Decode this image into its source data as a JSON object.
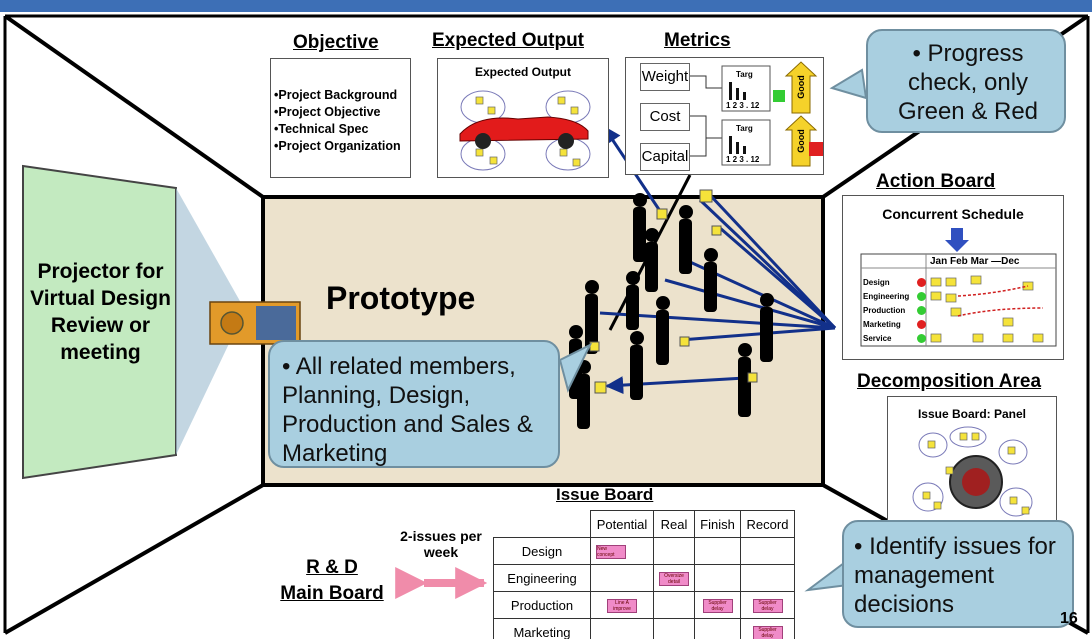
{
  "objective": {
    "header": "Objective",
    "items": [
      "•Project Background",
      "•Project Objective",
      "•Technical Spec",
      "•Project Organization"
    ]
  },
  "expected_output": {
    "header": "Expected Output",
    "inner_title": "Expected Output"
  },
  "metrics": {
    "header": "Metrics",
    "labels": [
      "Weight",
      "Cost",
      "Capital"
    ],
    "mini_chart_title": "Targ",
    "mini_chart_axis": "1 2 3 . 12",
    "good_label": "Good",
    "status_colors": [
      "#33cc33",
      "#e02020"
    ]
  },
  "progress_callout": "• Progress check, only Green & Red",
  "action_board": {
    "header": "Action Board",
    "inner_title": "Concurrent Schedule",
    "months": "Jan Feb Mar —Dec",
    "rows": [
      "Design",
      "Engineering",
      "Production",
      "Marketing",
      "Service"
    ],
    "row_status_colors": [
      "#e02020",
      "#33cc33",
      "#33cc33",
      "#e02020",
      "#33cc33"
    ]
  },
  "projector": {
    "label": "Projector for Virtual Design Review or meeting"
  },
  "prototype_label": "Prototype",
  "members_callout": "• All related members, Planning, Design, Production and Sales & Marketing",
  "decomposition": {
    "header": "Decomposition Area",
    "inner_title": "Issue Board: Panel"
  },
  "issue_board": {
    "header": "Issue Board",
    "columns": [
      "Potential",
      "Real",
      "Finish",
      "Record"
    ],
    "rows": [
      "Design",
      "Engineering",
      "Production",
      "Marketing"
    ],
    "sticky_notes": [
      "New concept",
      "Oversize detail",
      "Line A improve",
      "Supplier delay",
      "Supplier delay",
      "Supplier delay"
    ]
  },
  "rd_board": {
    "label_line1": "R & D",
    "label_line2": "Main Board",
    "frequency": "2-issues per week"
  },
  "identify_callout": "• Identify issues for management decisions",
  "page_number": "16"
}
